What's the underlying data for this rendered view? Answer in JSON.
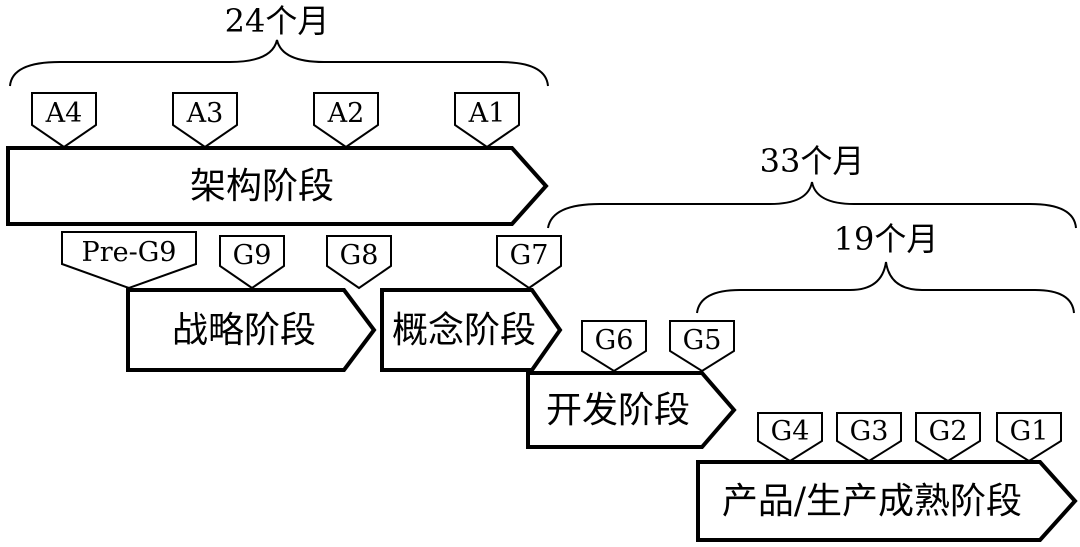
{
  "spans": [
    {
      "id": "span-24",
      "label": "24个月"
    },
    {
      "id": "span-33",
      "label": "33个月"
    },
    {
      "id": "span-19",
      "label": "19个月"
    }
  ],
  "phases": [
    {
      "id": "architecture",
      "label": "架构阶段"
    },
    {
      "id": "strategy",
      "label": "战略阶段"
    },
    {
      "id": "concept",
      "label": "概念阶段"
    },
    {
      "id": "development",
      "label": "开发阶段"
    },
    {
      "id": "product-maturity",
      "label": "产品/生产成熟阶段"
    }
  ],
  "gates": [
    {
      "id": "a4",
      "label": "A4"
    },
    {
      "id": "a3",
      "label": "A3"
    },
    {
      "id": "a2",
      "label": "A2"
    },
    {
      "id": "a1",
      "label": "A1"
    },
    {
      "id": "pre-g9",
      "label": "Pre-G9"
    },
    {
      "id": "g9",
      "label": "G9"
    },
    {
      "id": "g8",
      "label": "G8"
    },
    {
      "id": "g7",
      "label": "G7"
    },
    {
      "id": "g6",
      "label": "G6"
    },
    {
      "id": "g5",
      "label": "G5"
    },
    {
      "id": "g4",
      "label": "G4"
    },
    {
      "id": "g3",
      "label": "G3"
    },
    {
      "id": "g2",
      "label": "G2"
    },
    {
      "id": "g1",
      "label": "G1"
    }
  ]
}
